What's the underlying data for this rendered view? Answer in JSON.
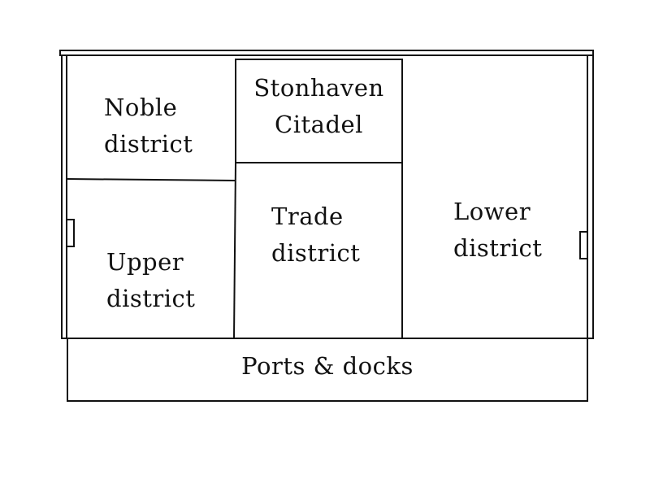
{
  "districts": {
    "noble": {
      "line1": "Noble",
      "line2": "district"
    },
    "citadel": {
      "line1": "Stonhaven",
      "line2": "Citadel"
    },
    "trade": {
      "line1": "Trade",
      "line2": "district"
    },
    "lower": {
      "line1": "Lower",
      "line2": "district"
    },
    "upper": {
      "line1": "Upper",
      "line2": "district"
    },
    "ports": {
      "label": "Ports & docks"
    }
  },
  "colors": {
    "ink": "#111111",
    "background": "#ffffff"
  }
}
